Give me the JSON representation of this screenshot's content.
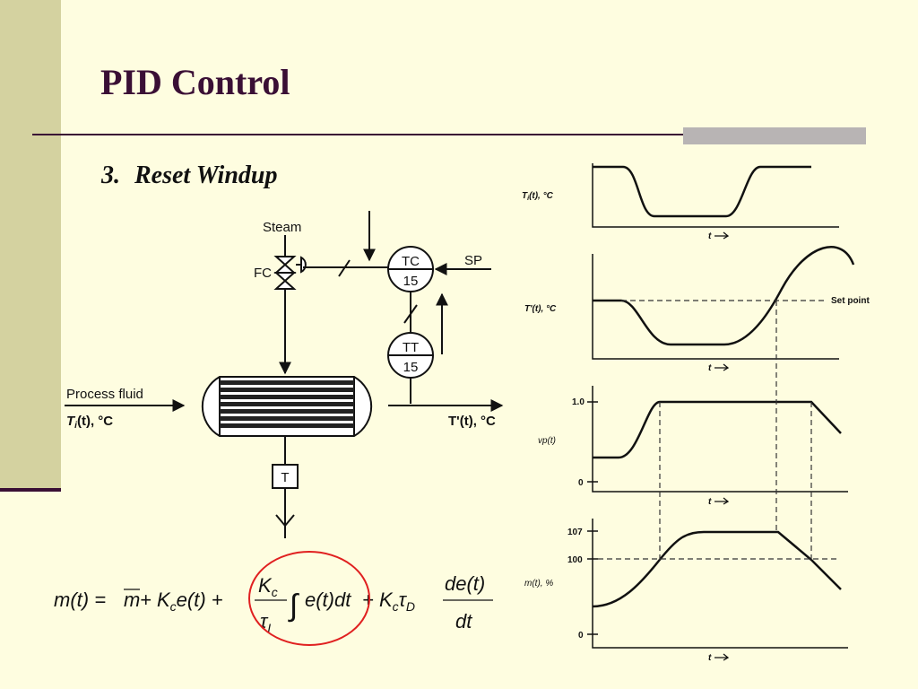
{
  "slide": {
    "title": "PID Control",
    "subtitle_number": "3.",
    "subtitle_text": "Reset Windup"
  },
  "schematic": {
    "steam": "Steam",
    "fc": "FC",
    "tc_top": "TC",
    "tc_num": "15",
    "tt_top": "TT",
    "tt_num": "15",
    "sp": "SP",
    "process_fluid": "Process fluid",
    "inlet_label": "T",
    "inlet_sub": "i",
    "inlet_rest": "(t), °C",
    "outlet_label": "T'(t), °C",
    "trap": "T"
  },
  "plots": {
    "p1_ylabel": "T",
    "p1_ylabel_sub": "i",
    "p1_ylabel_rest": "(t), °C",
    "p2_ylabel": "T'(t), °C",
    "setpoint_label": "Set point",
    "p3_ylabel": "vp(t)",
    "p3_tick_top": "1.0",
    "p3_tick_bottom": "0",
    "p4_ylabel": "m(t), %",
    "p4_tick_107": "107",
    "p4_tick_100": "100",
    "p4_tick_0": "0",
    "xlabel": "t"
  },
  "formula": {
    "lhs": "m(t) = ",
    "mbar": "m",
    "term1": " + K",
    "term1_sub": "c",
    "term1_rest": "e(t) + ",
    "frac_num": "K",
    "frac_num_sub": "c",
    "frac_den": "τ",
    "frac_den_sub": "I",
    "integral": "∫",
    "integrand": "e(t)dt",
    "term3": " + K",
    "term3_sub": "c",
    "term3_tau": "τ",
    "term3_tau_sub": "D",
    "deriv_num": "de(t)",
    "deriv_den": "dt"
  },
  "colors": {
    "background": "#fefde0",
    "sidebar": "#d4d2a0",
    "title": "#3a0f35",
    "accent_bar": "#b8b4b4",
    "highlight_circle": "#e02020"
  }
}
